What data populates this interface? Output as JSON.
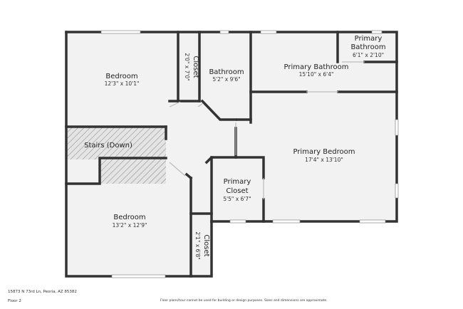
{
  "rooms": {
    "bedroom_1": {
      "name": "Bedroom",
      "dims": "12'3\" x 10'1\""
    },
    "closet_1": {
      "name": "Closet",
      "dims": "2'0\" x 7'0\""
    },
    "bathroom": {
      "name": "Bathroom",
      "dims": "5'2\" x 9'6\""
    },
    "primary_bathroom_main": {
      "name": "Primary Bathroom",
      "dims": "15'10\" x 6'4\""
    },
    "primary_bathroom_small": {
      "name_line1": "Primary",
      "name_line2": "Bathroom",
      "dims": "6'1\" x 2'10\""
    },
    "stairs": {
      "name": "Stairs (Down)"
    },
    "primary_bedroom": {
      "name": "Primary Bedroom",
      "dims": "17'4\" x 13'10\""
    },
    "primary_closet": {
      "name_line1": "Primary",
      "name_line2": "Closet",
      "dims": "5'5\" x 6'7\""
    },
    "bedroom_2": {
      "name": "Bedroom",
      "dims": "13'2\" x 12'9\""
    },
    "closet_2": {
      "name": "Closet",
      "dims": "2'1\" x 6'8\""
    }
  },
  "footer": {
    "address": "15873 N 73rd Ln, Peoria, AZ 85382",
    "floor": "Floor 2",
    "disclaimer": "Floor plans/tour cannot be used for building or design purposes. Sizes and dimensions are approximate."
  },
  "colors": {
    "wall": "#333333",
    "floor": "#f2f2f2",
    "stairs_fill": "#e4e4e4"
  }
}
